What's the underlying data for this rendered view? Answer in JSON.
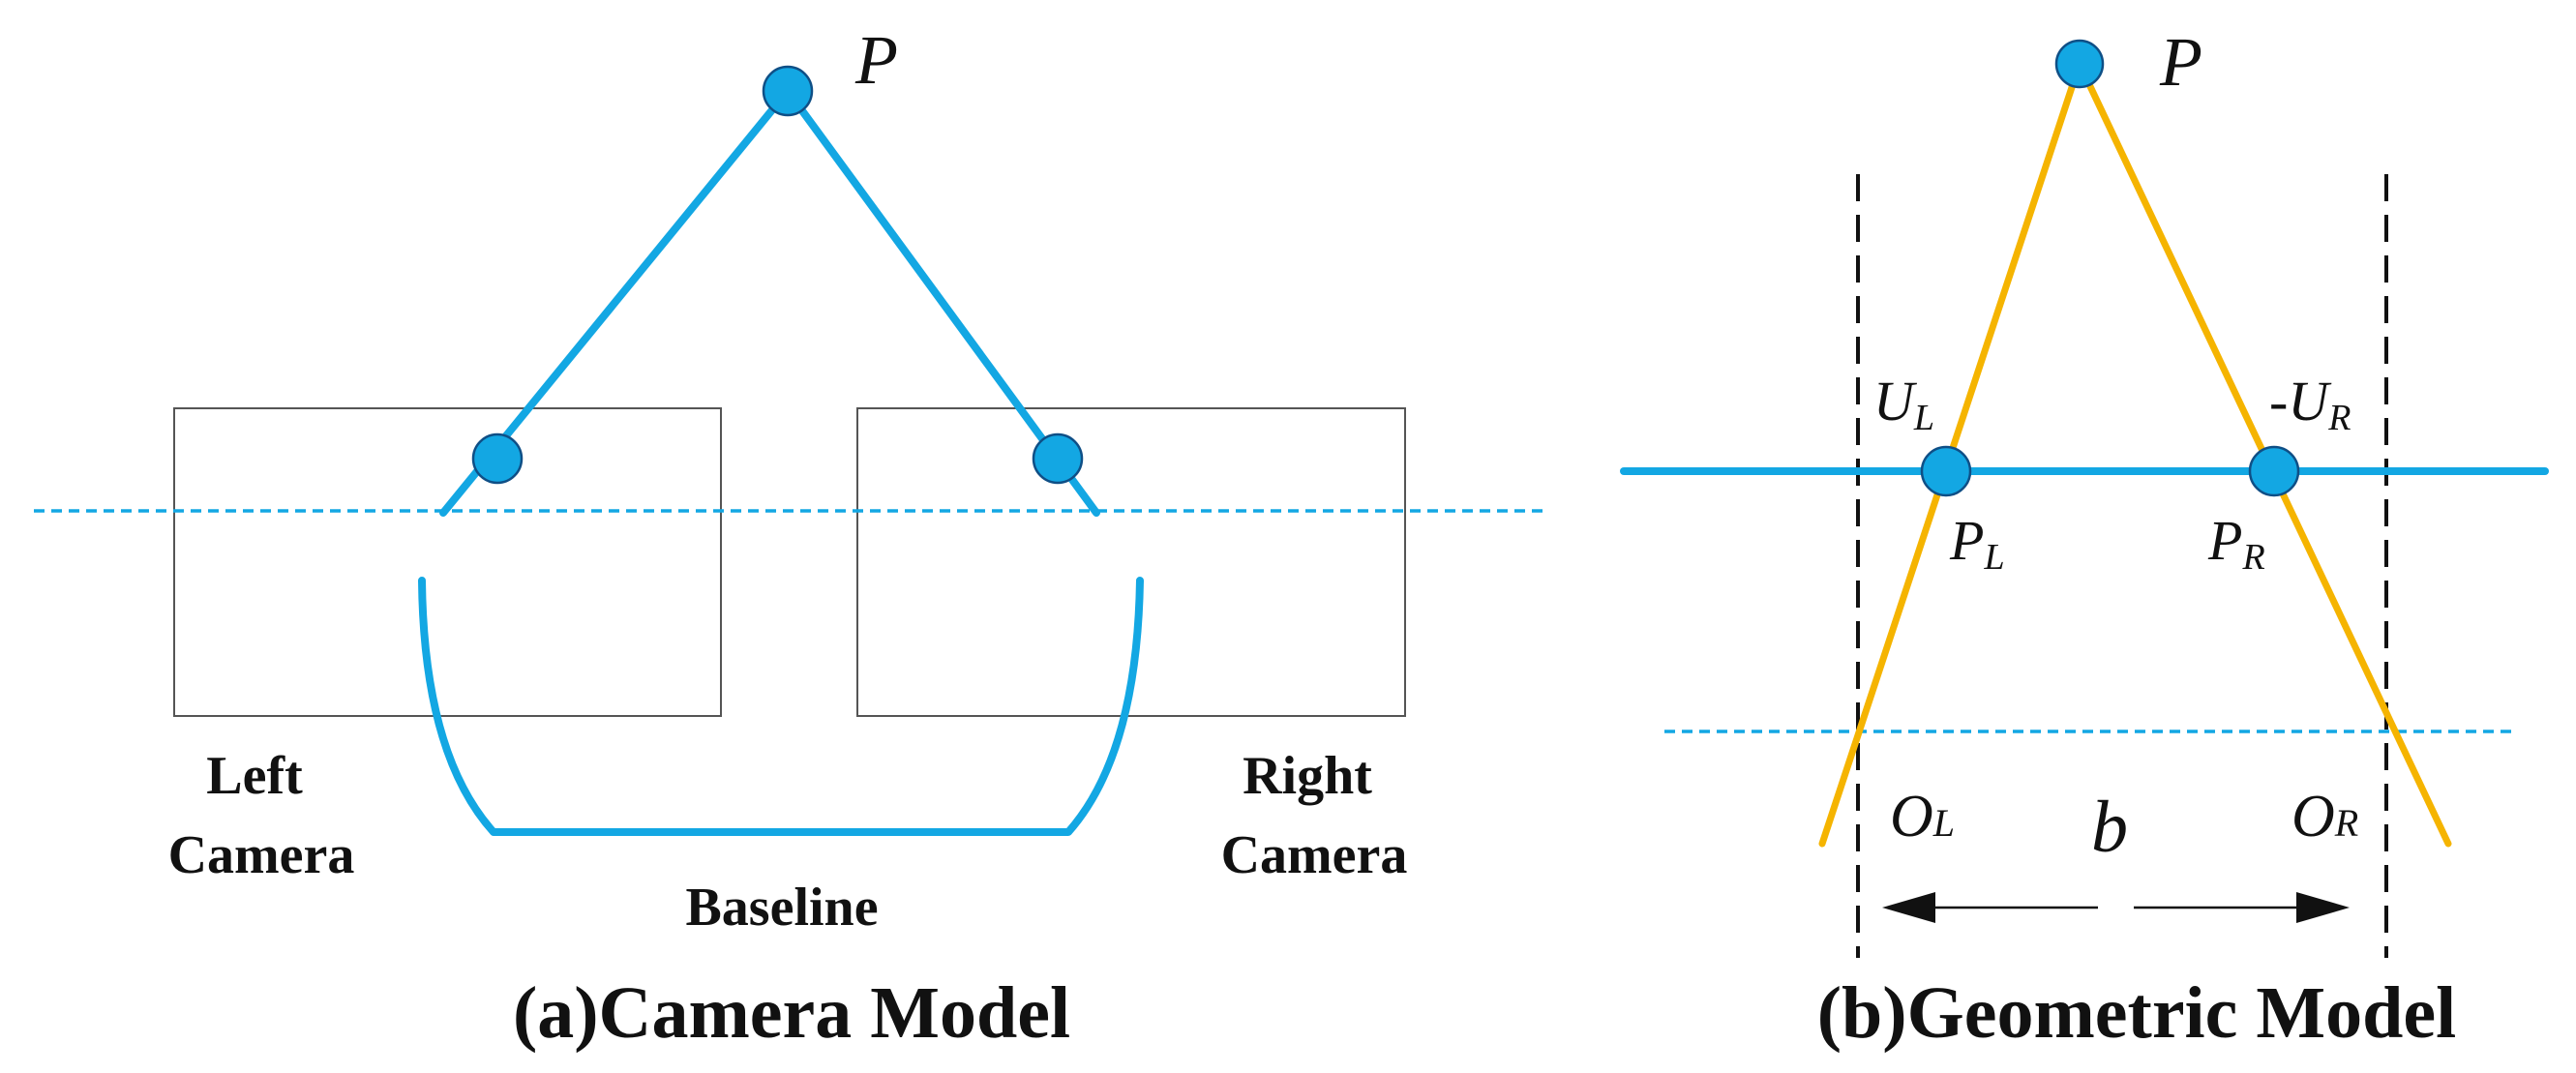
{
  "colors": {
    "blue": "#13A7E3",
    "orange": "#F5B400",
    "black": "#111111",
    "box_stroke": "#555555"
  },
  "panel_a": {
    "caption": "(a)Camera Model",
    "point_label": "P",
    "left_camera": [
      "Left",
      "Camera"
    ],
    "right_camera": [
      "Right",
      "Camera"
    ],
    "baseline_label": "Baseline"
  },
  "panel_b": {
    "caption": "(b)Geometric Model",
    "point_label": "P",
    "u_left": {
      "main": "U",
      "sub": "L"
    },
    "u_right": {
      "main": "-U",
      "sub": "R"
    },
    "p_left": {
      "main": "P",
      "sub": "L"
    },
    "p_right": {
      "main": "P",
      "sub": "R"
    },
    "o_left": {
      "main": "O",
      "sub": "L"
    },
    "o_right": {
      "main": "O",
      "sub": "R"
    },
    "baseline_symbol": "b"
  }
}
